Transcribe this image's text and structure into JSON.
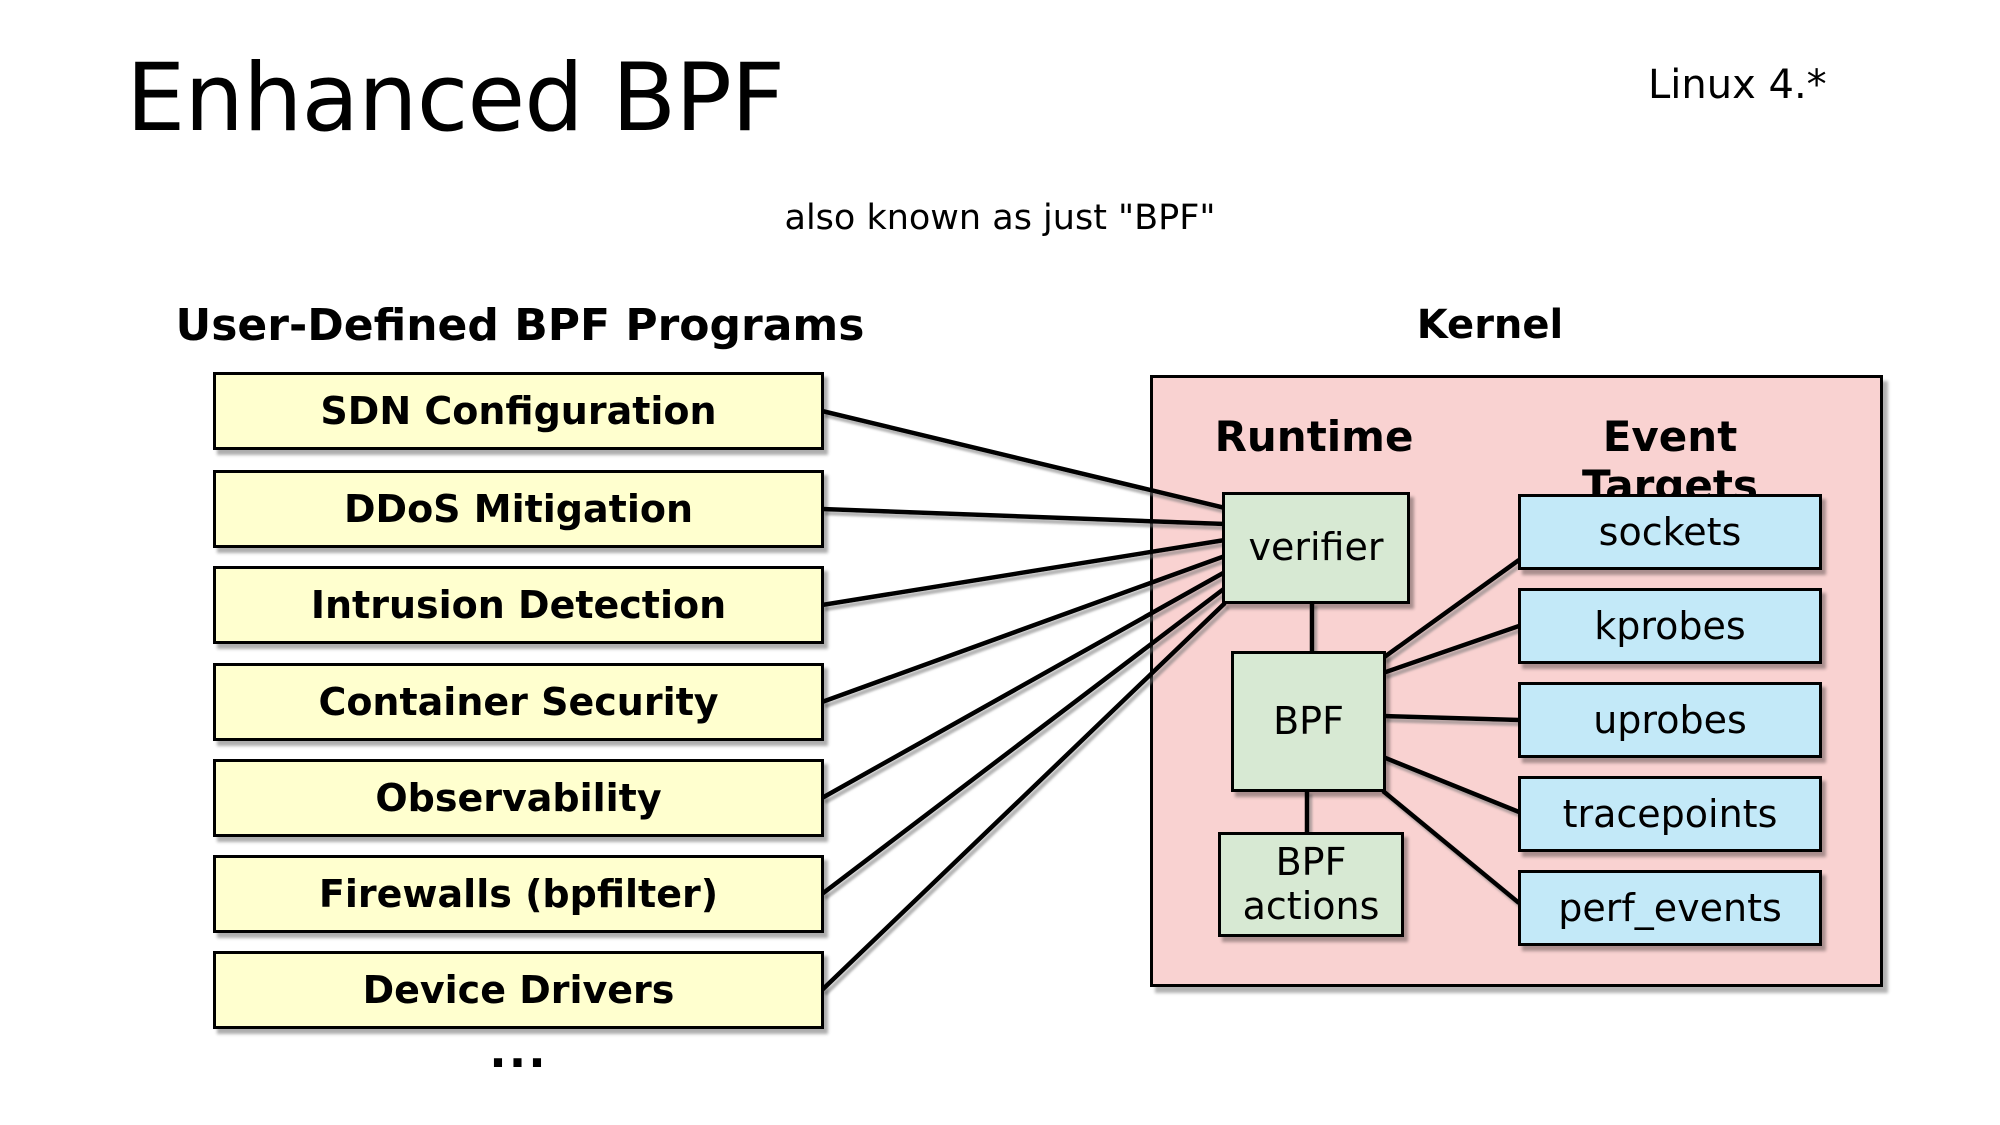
{
  "slide": {
    "title": "Enhanced BPF",
    "version_note": "Linux 4.*",
    "subtitle": "also known as just \"BPF\""
  },
  "user_programs": {
    "header": "User-Defined BPF Programs",
    "items": [
      "SDN Configuration",
      "DDoS Mitigation",
      "Intrusion Detection",
      "Container Security",
      "Observability",
      "Firewalls (bpfilter)",
      "Device Drivers"
    ],
    "more_indicator": "..."
  },
  "kernel": {
    "header": "Kernel",
    "runtime": {
      "label": "Runtime",
      "nodes": [
        "verifier",
        "BPF",
        "BPF actions"
      ]
    },
    "event_targets": {
      "label": "Event Targets",
      "items": [
        "sockets",
        "kprobes",
        "uprobes",
        "tracepoints",
        "perf_events"
      ]
    }
  },
  "palette": {
    "program_box_fill": "#ffffcf",
    "kernel_background": "#f9d2d1",
    "runtime_node_fill": "#d7e9d3",
    "event_target_fill": "#c3e9f8",
    "border_and_lines": "#000000",
    "page_background": "#ffffff"
  }
}
